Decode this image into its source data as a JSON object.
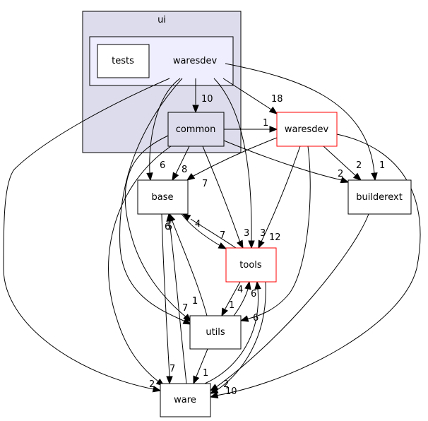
{
  "diagram": {
    "clusters": [
      {
        "id": "ui",
        "label": "ui",
        "fill": "#dcdcec",
        "stroke": "#000000"
      },
      {
        "id": "waresdev_outer",
        "label": "waresdev",
        "fill": "#eeeeff",
        "stroke": "#000000"
      }
    ],
    "nodes": [
      {
        "id": "tests",
        "label": "tests",
        "fill": "#ffffff",
        "stroke": "#000000"
      },
      {
        "id": "common",
        "label": "common",
        "fill": "#dcdcec",
        "stroke": "#000000"
      },
      {
        "id": "waresdev",
        "label": "waresdev",
        "fill": "#ffffff",
        "stroke": "#ff0000"
      },
      {
        "id": "base",
        "label": "base",
        "fill": "#ffffff",
        "stroke": "#000000"
      },
      {
        "id": "builderext",
        "label": "builderext",
        "fill": "#ffffff",
        "stroke": "#000000"
      },
      {
        "id": "tools",
        "label": "tools",
        "fill": "#ffffff",
        "stroke": "#ff0000"
      },
      {
        "id": "utils",
        "label": "utils",
        "fill": "#ffffff",
        "stroke": "#000000"
      },
      {
        "id": "ware",
        "label": "ware",
        "fill": "#ffffff",
        "stroke": "#000000"
      }
    ],
    "edges": [
      {
        "id": "wd_common",
        "from": "waresdev_outer",
        "to": "common",
        "label": "10"
      },
      {
        "id": "wd_waresdev",
        "from": "waresdev_outer",
        "to": "waresdev",
        "label": "18"
      },
      {
        "id": "wd_base",
        "from": "waresdev_outer",
        "to": "base",
        "label": "6"
      },
      {
        "id": "wd_builderext",
        "from": "waresdev_outer",
        "to": "builderext",
        "label": "1"
      },
      {
        "id": "wd_tools",
        "from": "waresdev_outer",
        "to": "tools",
        "label": "3"
      },
      {
        "id": "wd_utils",
        "from": "waresdev_outer",
        "to": "utils",
        "label": "1"
      },
      {
        "id": "wd_ware",
        "from": "waresdev_outer",
        "to": "ware",
        "label": "2"
      },
      {
        "id": "common_waresdev",
        "from": "common",
        "to": "waresdev",
        "label": "1"
      },
      {
        "id": "common_base",
        "from": "common",
        "to": "base",
        "label": "8"
      },
      {
        "id": "common_builderext",
        "from": "common",
        "to": "builderext",
        "label": "2"
      },
      {
        "id": "common_tools",
        "from": "common",
        "to": "tools",
        "label": "3"
      },
      {
        "id": "common_utils",
        "from": "common",
        "to": "utils",
        "label": "7"
      },
      {
        "id": "common_ware",
        "from": "common",
        "to": "ware",
        "label": "7"
      },
      {
        "id": "waresdev_base",
        "from": "waresdev",
        "to": "base",
        "label": "7"
      },
      {
        "id": "waresdev_builderext",
        "from": "waresdev",
        "to": "builderext",
        "label": "2"
      },
      {
        "id": "waresdev_tools",
        "from": "waresdev",
        "to": "tools",
        "label": "12"
      },
      {
        "id": "waresdev_utils",
        "from": "waresdev",
        "to": "utils",
        "label": "6"
      },
      {
        "id": "waresdev_ware",
        "from": "waresdev",
        "to": "ware",
        "label": "10"
      },
      {
        "id": "base_tools",
        "from": "base",
        "to": "tools",
        "label": "7"
      },
      {
        "id": "base_ware",
        "from": "base",
        "to": "ware",
        "label": "6"
      },
      {
        "id": "tools_base",
        "from": "tools",
        "to": "base",
        "label": "4"
      },
      {
        "id": "tools_utils",
        "from": "tools",
        "to": "utils",
        "label": "1"
      },
      {
        "id": "tools_ware",
        "from": "tools",
        "to": "ware",
        "label": "2"
      },
      {
        "id": "utils_base",
        "from": "utils",
        "to": "base",
        "label": "1"
      },
      {
        "id": "utils_tools",
        "from": "utils",
        "to": "tools",
        "label": "4"
      },
      {
        "id": "utils_ware",
        "from": "utils",
        "to": "ware",
        "label": "1"
      },
      {
        "id": "ware_base",
        "from": "ware",
        "to": "base",
        "label": "5"
      },
      {
        "id": "ware_tools",
        "from": "ware",
        "to": "tools",
        "label": "6"
      },
      {
        "id": "builderext_ware",
        "from": "builderext",
        "to": "ware",
        "label": ""
      }
    ]
  }
}
